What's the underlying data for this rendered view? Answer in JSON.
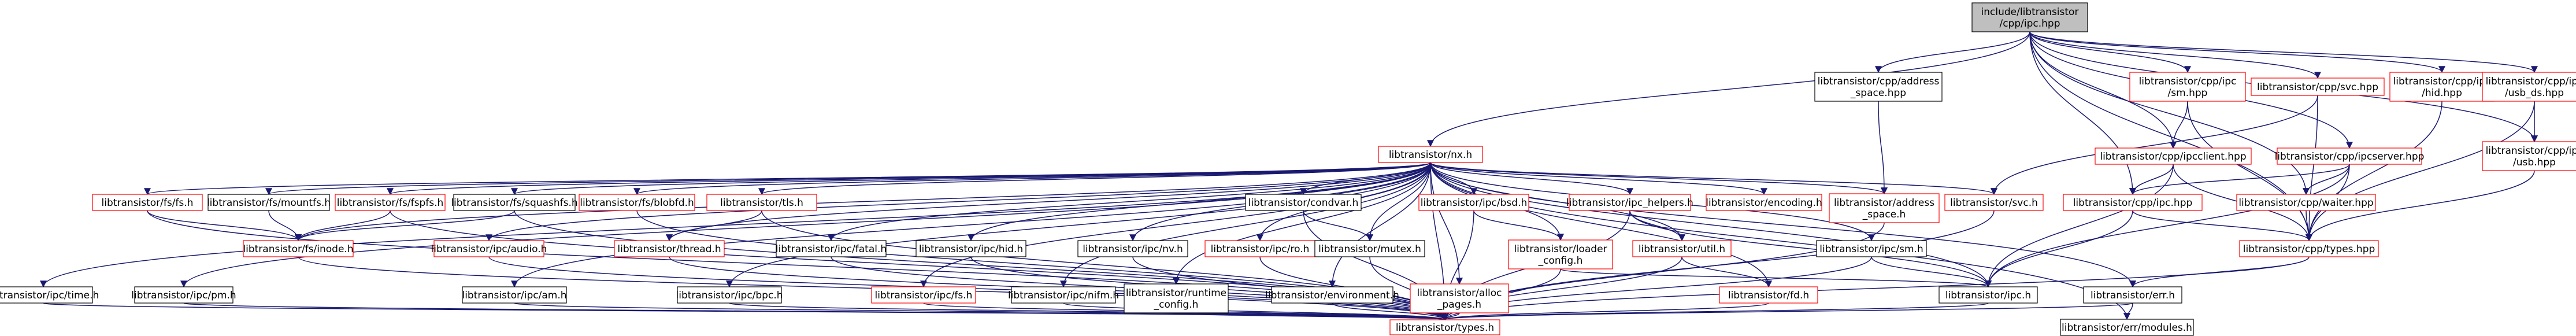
{
  "diagram": {
    "colors": {
      "root_fill": "#bfbfbf",
      "root_stroke": "#000000",
      "black_stroke": "#000000",
      "red_stroke": "#ff0000",
      "node_fill": "#ffffff",
      "edge": "#191970",
      "text": "#000000"
    },
    "nodes": [
      {
        "id": "ipc_hpp",
        "lines": [
          "include/libtransistor",
          "/cpp/ipc.hpp"
        ],
        "style": "root"
      },
      {
        "id": "address_space_hpp",
        "lines": [
          "libtransistor/cpp/address",
          "_space.hpp"
        ],
        "style": "black"
      },
      {
        "id": "sm_hpp",
        "lines": [
          "libtransistor/cpp/ipc",
          "/sm.hpp"
        ],
        "style": "red"
      },
      {
        "id": "svc_hpp",
        "lines": [
          "libtransistor/cpp/svc.hpp"
        ],
        "style": "red"
      },
      {
        "id": "hid_hpp",
        "lines": [
          "libtransistor/cpp/ipc",
          "/hid.hpp"
        ],
        "style": "red"
      },
      {
        "id": "usb_ds_hpp",
        "lines": [
          "libtransistor/cpp/ipc",
          "/usb_ds.hpp"
        ],
        "style": "red"
      },
      {
        "id": "nx_h",
        "lines": [
          "libtransistor/nx.h"
        ],
        "style": "red"
      },
      {
        "id": "ipcclient_hpp",
        "lines": [
          "libtransistor/cpp/ipcclient.hpp"
        ],
        "style": "red"
      },
      {
        "id": "svc_hpp2",
        "lines": [
          "libtransistor/cpp/svc.hpp"
        ],
        "style": "red"
      },
      {
        "id": "ipcserver_hpp",
        "lines": [
          "libtransistor/cpp/ipcserver.hpp"
        ],
        "style": "red"
      },
      {
        "id": "usb_hpp",
        "lines": [
          "libtransistor/cpp/ipc",
          "/usb.hpp"
        ],
        "style": "red"
      },
      {
        "id": "fs_fs_h",
        "lines": [
          "libtransistor/fs/fs.h"
        ],
        "style": "red"
      },
      {
        "id": "mountfs_h",
        "lines": [
          "libtransistor/fs/mountfs.h"
        ],
        "style": "black"
      },
      {
        "id": "fspfs_h",
        "lines": [
          "libtransistor/fs/fspfs.h"
        ],
        "style": "red"
      },
      {
        "id": "squashfs_h",
        "lines": [
          "libtransistor/fs/squashfs.h"
        ],
        "style": "black"
      },
      {
        "id": "blobfd_h",
        "lines": [
          "libtransistor/fs/blobfd.h"
        ],
        "style": "red"
      },
      {
        "id": "tls_h",
        "lines": [
          "libtransistor/tls.h"
        ],
        "style": "red"
      },
      {
        "id": "condvar_h",
        "lines": [
          "libtransistor/condvar.h"
        ],
        "style": "black"
      },
      {
        "id": "bsd_h",
        "lines": [
          "libtransistor/ipc/bsd.h"
        ],
        "style": "red"
      },
      {
        "id": "ipc_helpers_h",
        "lines": [
          "libtransistor/ipc_helpers.h"
        ],
        "style": "red"
      },
      {
        "id": "encoding_h",
        "lines": [
          "libtransistor/encoding.h"
        ],
        "style": "red"
      },
      {
        "id": "address_space_h",
        "lines": [
          "libtransistor/address",
          "_space.h"
        ],
        "style": "red"
      },
      {
        "id": "svc_h",
        "lines": [
          "libtransistor/svc.h"
        ],
        "style": "red"
      },
      {
        "id": "cpp_ipc_hpp",
        "lines": [
          "libtransistor/cpp/ipc.hpp"
        ],
        "style": "red"
      },
      {
        "id": "waiter_hpp",
        "lines": [
          "libtransistor/cpp/waiter.hpp"
        ],
        "style": "red"
      },
      {
        "id": "inode_h",
        "lines": [
          "libtransistor/fs/inode.h"
        ],
        "style": "red"
      },
      {
        "id": "audio_h",
        "lines": [
          "libtransistor/ipc/audio.h"
        ],
        "style": "red"
      },
      {
        "id": "thread_h",
        "lines": [
          "libtransistor/thread.h"
        ],
        "style": "red"
      },
      {
        "id": "fatal_h",
        "lines": [
          "libtransistor/ipc/fatal.h"
        ],
        "style": "black"
      },
      {
        "id": "hid_h",
        "lines": [
          "libtransistor/ipc/hid.h"
        ],
        "style": "black"
      },
      {
        "id": "nv_h",
        "lines": [
          "libtransistor/ipc/nv.h"
        ],
        "style": "black"
      },
      {
        "id": "ro_h",
        "lines": [
          "libtransistor/ipc/ro.h"
        ],
        "style": "red"
      },
      {
        "id": "mutex_h",
        "lines": [
          "libtransistor/mutex.h"
        ],
        "style": "black"
      },
      {
        "id": "loader_config_h",
        "lines": [
          "libtransistor/loader",
          "_config.h"
        ],
        "style": "red"
      },
      {
        "id": "util_h",
        "lines": [
          "libtransistor/util.h"
        ],
        "style": "red"
      },
      {
        "id": "sm_h",
        "lines": [
          "libtransistor/ipc/sm.h"
        ],
        "style": "black"
      },
      {
        "id": "cpp_types_hpp",
        "lines": [
          "libtransistor/cpp/types.hpp"
        ],
        "style": "red"
      },
      {
        "id": "time_h",
        "lines": [
          "libtransistor/ipc/time.h"
        ],
        "style": "black"
      },
      {
        "id": "pm_h",
        "lines": [
          "libtransistor/ipc/pm.h"
        ],
        "style": "black"
      },
      {
        "id": "am_h",
        "lines": [
          "libtransistor/ipc/am.h"
        ],
        "style": "black"
      },
      {
        "id": "bpc_h",
        "lines": [
          "libtransistor/ipc/bpc.h"
        ],
        "style": "black"
      },
      {
        "id": "fs_h",
        "lines": [
          "libtransistor/ipc/fs.h"
        ],
        "style": "red"
      },
      {
        "id": "nifm_h",
        "lines": [
          "libtransistor/ipc/nifm.h"
        ],
        "style": "black"
      },
      {
        "id": "runtime_config_h",
        "lines": [
          "libtransistor/runtime",
          "_config.h"
        ],
        "style": "black"
      },
      {
        "id": "environment_h",
        "lines": [
          "libtransistor/environment.h"
        ],
        "style": "black"
      },
      {
        "id": "alloc_pages_h",
        "lines": [
          "libtransistor/alloc",
          "_pages.h"
        ],
        "style": "red"
      },
      {
        "id": "fd_h",
        "lines": [
          "libtransistor/fd.h"
        ],
        "style": "red"
      },
      {
        "id": "ipc_h",
        "lines": [
          "libtransistor/ipc.h"
        ],
        "style": "black"
      },
      {
        "id": "err_h",
        "lines": [
          "libtransistor/err.h"
        ],
        "style": "black"
      },
      {
        "id": "types_h",
        "lines": [
          "libtransistor/types.h"
        ],
        "style": "red"
      },
      {
        "id": "modules_h",
        "lines": [
          "libtransistor/err/modules.h"
        ],
        "style": "black"
      }
    ],
    "edges": [
      [
        "ipc_hpp",
        "address_space_hpp"
      ],
      [
        "ipc_hpp",
        "sm_hpp"
      ],
      [
        "ipc_hpp",
        "svc_hpp"
      ],
      [
        "ipc_hpp",
        "hid_hpp"
      ],
      [
        "ipc_hpp",
        "usb_ds_hpp"
      ],
      [
        "ipc_hpp",
        "nx_h"
      ],
      [
        "ipc_hpp",
        "ipcclient_hpp"
      ],
      [
        "ipc_hpp",
        "ipcserver_hpp"
      ],
      [
        "ipc_hpp",
        "cpp_ipc_hpp"
      ],
      [
        "ipc_hpp",
        "waiter_hpp"
      ],
      [
        "ipc_hpp",
        "cpp_types_hpp"
      ],
      [
        "ipc_hpp",
        "usb_hpp"
      ],
      [
        "address_space_hpp",
        "address_space_h"
      ],
      [
        "sm_hpp",
        "ipcclient_hpp"
      ],
      [
        "sm_hpp",
        "cpp_types_hpp"
      ],
      [
        "svc_hpp",
        "cpp_types_hpp"
      ],
      [
        "svc_hpp",
        "svc_h"
      ],
      [
        "hid_hpp",
        "cpp_types_hpp"
      ],
      [
        "usb_ds_hpp",
        "usb_hpp"
      ],
      [
        "usb_ds_hpp",
        "cpp_types_hpp"
      ],
      [
        "usb_hpp",
        "cpp_types_hpp"
      ],
      [
        "ipcclient_hpp",
        "cpp_ipc_hpp"
      ],
      [
        "ipcclient_hpp",
        "cpp_types_hpp"
      ],
      [
        "ipcclient_hpp",
        "ipc_h"
      ],
      [
        "ipcserver_hpp",
        "cpp_ipc_hpp"
      ],
      [
        "ipcserver_hpp",
        "waiter_hpp"
      ],
      [
        "ipcserver_hpp",
        "cpp_types_hpp"
      ],
      [
        "ipcserver_hpp",
        "ipc_h"
      ],
      [
        "waiter_hpp",
        "cpp_types_hpp"
      ],
      [
        "cpp_ipc_hpp",
        "ipc_h"
      ],
      [
        "cpp_ipc_hpp",
        "cpp_types_hpp"
      ],
      [
        "cpp_types_hpp",
        "types_h"
      ],
      [
        "cpp_types_hpp",
        "err_h"
      ],
      [
        "nx_h",
        "fs_fs_h"
      ],
      [
        "nx_h",
        "mountfs_h"
      ],
      [
        "nx_h",
        "fspfs_h"
      ],
      [
        "nx_h",
        "squashfs_h"
      ],
      [
        "nx_h",
        "blobfd_h"
      ],
      [
        "nx_h",
        "tls_h"
      ],
      [
        "nx_h",
        "condvar_h"
      ],
      [
        "nx_h",
        "bsd_h"
      ],
      [
        "nx_h",
        "ipc_helpers_h"
      ],
      [
        "nx_h",
        "encoding_h"
      ],
      [
        "nx_h",
        "address_space_h"
      ],
      [
        "nx_h",
        "svc_h"
      ],
      [
        "nx_h",
        "inode_h"
      ],
      [
        "nx_h",
        "audio_h"
      ],
      [
        "nx_h",
        "thread_h"
      ],
      [
        "nx_h",
        "fatal_h"
      ],
      [
        "nx_h",
        "hid_h"
      ],
      [
        "nx_h",
        "nv_h"
      ],
      [
        "nx_h",
        "ro_h"
      ],
      [
        "nx_h",
        "mutex_h"
      ],
      [
        "nx_h",
        "loader_config_h"
      ],
      [
        "nx_h",
        "util_h"
      ],
      [
        "nx_h",
        "sm_h"
      ],
      [
        "nx_h",
        "time_h"
      ],
      [
        "nx_h",
        "pm_h"
      ],
      [
        "nx_h",
        "am_h"
      ],
      [
        "nx_h",
        "bpc_h"
      ],
      [
        "nx_h",
        "fs_h"
      ],
      [
        "nx_h",
        "nifm_h"
      ],
      [
        "nx_h",
        "runtime_config_h"
      ],
      [
        "nx_h",
        "environment_h"
      ],
      [
        "nx_h",
        "alloc_pages_h"
      ],
      [
        "nx_h",
        "fd_h"
      ],
      [
        "nx_h",
        "ipc_h"
      ],
      [
        "nx_h",
        "err_h"
      ],
      [
        "nx_h",
        "types_h"
      ],
      [
        "nx_h",
        "modules_h"
      ],
      [
        "fs_fs_h",
        "inode_h"
      ],
      [
        "fs_fs_h",
        "types_h"
      ],
      [
        "mountfs_h",
        "inode_h"
      ],
      [
        "fspfs_h",
        "inode_h"
      ],
      [
        "fspfs_h",
        "types_h"
      ],
      [
        "squashfs_h",
        "inode_h"
      ],
      [
        "squashfs_h",
        "types_h"
      ],
      [
        "blobfd_h",
        "types_h"
      ],
      [
        "tls_h",
        "thread_h"
      ],
      [
        "tls_h",
        "types_h"
      ],
      [
        "condvar_h",
        "mutex_h"
      ],
      [
        "condvar_h",
        "types_h"
      ],
      [
        "bsd_h",
        "loader_config_h"
      ],
      [
        "bsd_h",
        "types_h"
      ],
      [
        "ipc_helpers_h",
        "util_h"
      ],
      [
        "ipc_helpers_h",
        "ipc_h"
      ],
      [
        "ipc_helpers_h",
        "types_h"
      ],
      [
        "address_space_h",
        "types_h"
      ],
      [
        "svc_h",
        "types_h"
      ],
      [
        "inode_h",
        "types_h"
      ],
      [
        "audio_h",
        "types_h"
      ],
      [
        "thread_h",
        "types_h"
      ],
      [
        "fatal_h",
        "types_h"
      ],
      [
        "hid_h",
        "types_h"
      ],
      [
        "nv_h",
        "types_h"
      ],
      [
        "ro_h",
        "types_h"
      ],
      [
        "mutex_h",
        "types_h"
      ],
      [
        "loader_config_h",
        "ipc_h"
      ],
      [
        "loader_config_h",
        "types_h"
      ],
      [
        "util_h",
        "fd_h"
      ],
      [
        "util_h",
        "types_h"
      ],
      [
        "sm_h",
        "ipc_h"
      ],
      [
        "sm_h",
        "types_h"
      ],
      [
        "time_h",
        "types_h"
      ],
      [
        "pm_h",
        "types_h"
      ],
      [
        "am_h",
        "types_h"
      ],
      [
        "bpc_h",
        "types_h"
      ],
      [
        "fs_h",
        "types_h"
      ],
      [
        "nifm_h",
        "types_h"
      ],
      [
        "runtime_config_h",
        "types_h"
      ],
      [
        "environment_h",
        "types_h"
      ],
      [
        "alloc_pages_h",
        "types_h"
      ],
      [
        "fd_h",
        "types_h"
      ],
      [
        "ipc_h",
        "types_h"
      ],
      [
        "err_h",
        "modules_h"
      ],
      [
        "err_h",
        "types_h"
      ]
    ]
  }
}
